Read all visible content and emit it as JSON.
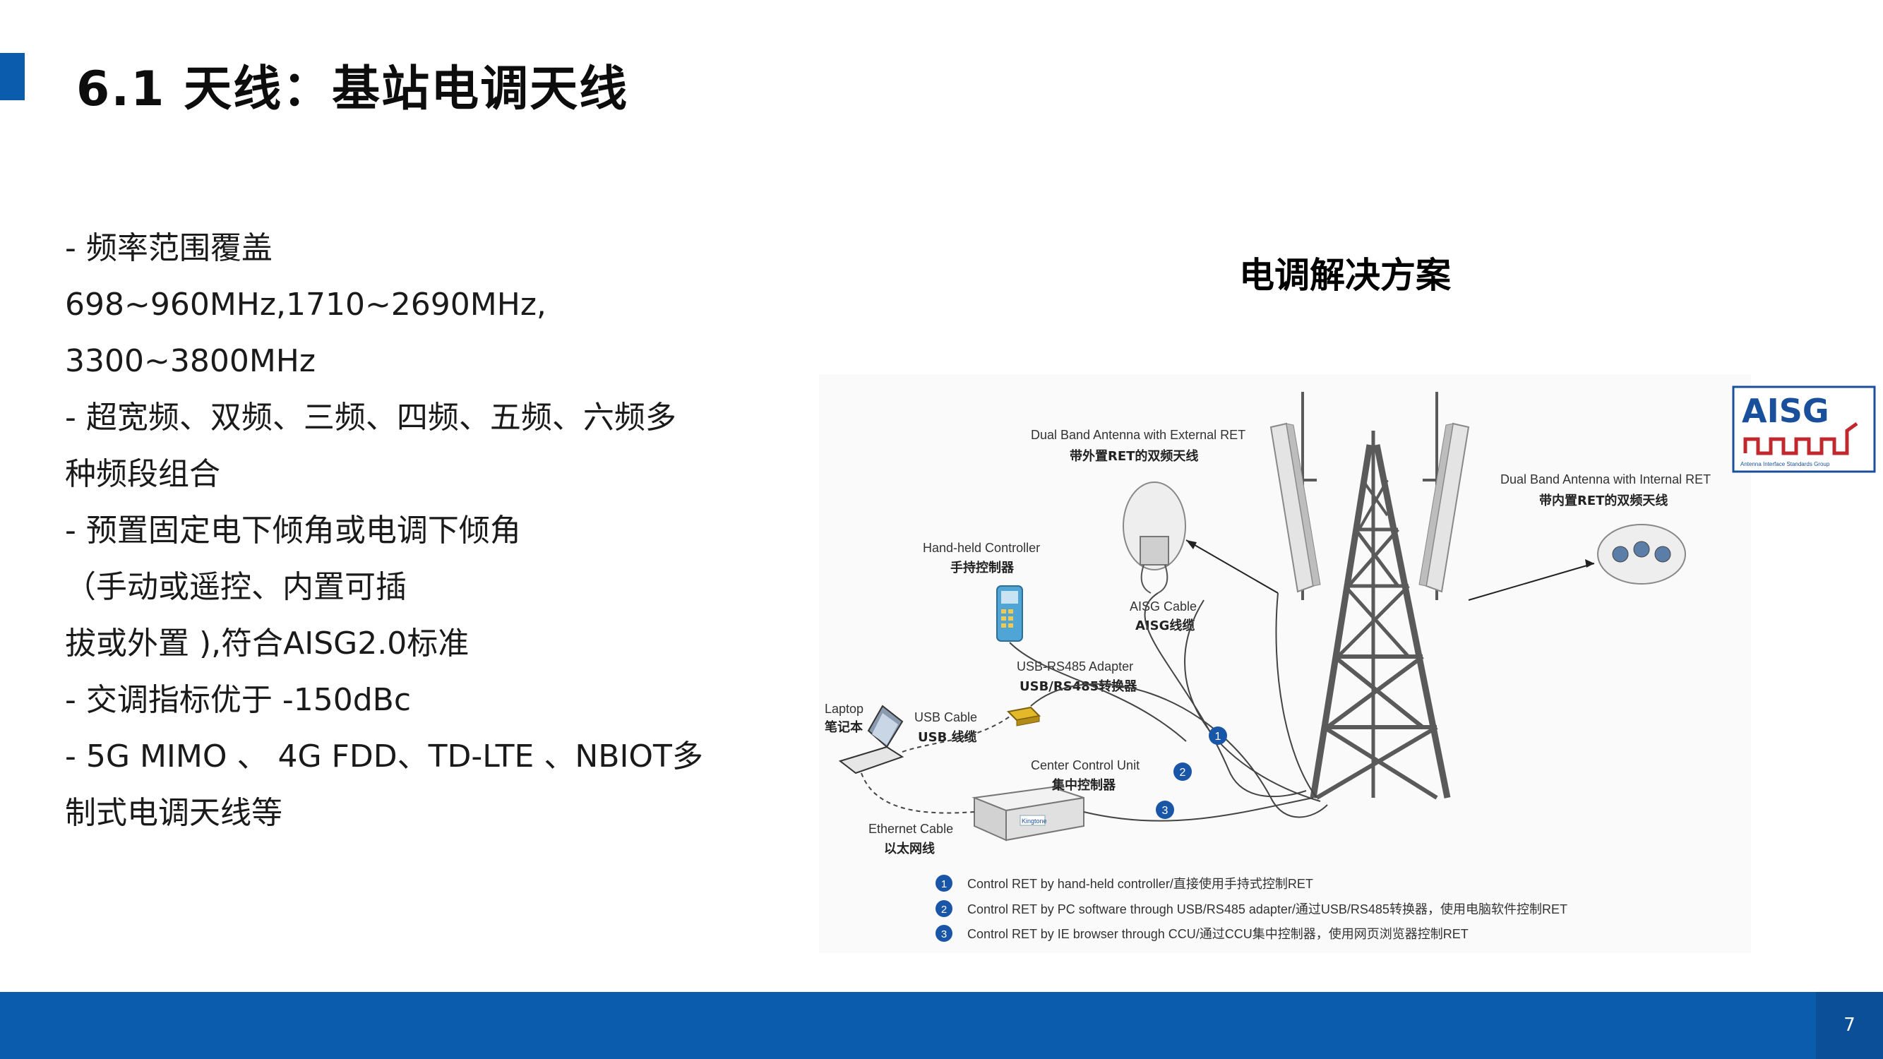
{
  "slide": {
    "title": "6.1 天线：基站电调天线",
    "page_number": "7"
  },
  "bullets": [
    " - 频率范围覆盖",
    "698~960MHz,1710~2690MHz,",
    "3300~3800MHz",
    " - 超宽频、双频、三频、四频、五频、六频多",
    "种频段组合",
    " - 预置固定电下倾角或电调下倾角",
    "（手动或遥控、内置可插",
    " 拔或外置 ),符合AISG2.0标准",
    " - 交调指标优于 -150dBc",
    " - 5G MIMO 、 4G FDD、TD-LTE 、NBIOT多",
    "制式电调天线等"
  ],
  "diagram": {
    "title": "电调解决方案",
    "logo": {
      "text": "AISG",
      "subtext": "Antenna Interface Standards Group",
      "icon": "aisg-logo"
    },
    "labels": {
      "ext_ret_en": "Dual Band Antenna with External RET",
      "ext_ret_cn": "带外置RET的双频天线",
      "int_ret_en": "Dual Band Antenna with Internal RET",
      "int_ret_cn": "带内置RET的双频天线",
      "handheld_en": "Hand-held Controller",
      "handheld_cn": "手持控制器",
      "aisg_cable_en": "AISG Cable",
      "aisg_cable_cn": "AISG线缆",
      "usb_rs485_en": "USB-RS485 Adapter",
      "usb_rs485_cn": "USB/RS485转换器",
      "laptop_en": "Laptop",
      "laptop_cn": "笔记本",
      "usb_cable_en": "USB Cable",
      "usb_cable_cn": "USB 线缆",
      "ccu_en": "Center Control Unit",
      "ccu_cn": "集中控制器",
      "ethernet_en": "Ethernet Cable",
      "ethernet_cn": "以太网线",
      "ccu_brand": "Kingtone"
    },
    "markers": [
      "1",
      "2",
      "3"
    ],
    "legend": [
      {
        "num": "1",
        "text": "Control RET by hand-held controller/直接使用手持式控制RET"
      },
      {
        "num": "2",
        "text": "Control RET by PC software through USB/RS485 adapter/通过USB/RS485转换器，使用电脑软件控制RET"
      },
      {
        "num": "3",
        "text": "Control RET by IE browser through CCU/通过CCU集中控制器，使用网页浏览器控制RET"
      }
    ],
    "colors": {
      "marker": "#1a56a8",
      "accent": "#0b5cad"
    }
  }
}
